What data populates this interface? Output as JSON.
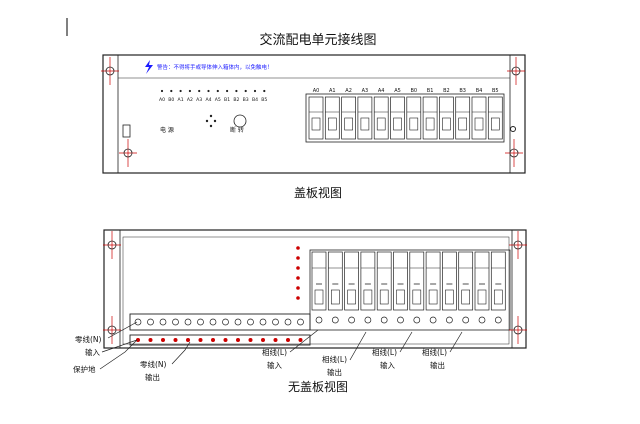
{
  "title": "交流配电单元接线图",
  "top_caption": "盖板视图",
  "bottom_caption": "无盖板视图",
  "warning": "警告：不得将手或导体伸入箱体内，以免触电！",
  "top_breaker_labels": [
    "A0",
    "A1",
    "A2",
    "A3",
    "A4",
    "A5",
    "B0",
    "B1",
    "B2",
    "B3",
    "B4",
    "B5"
  ],
  "indicator_labels": [
    "A0",
    "B0",
    "A1",
    "A2",
    "A3",
    "A4",
    "A5",
    "B1",
    "B2",
    "B3",
    "B4",
    "B5"
  ],
  "power_label": "电 源",
  "switch_label": "断 转",
  "callouts": {
    "neutral_in_1": "零线(N)",
    "neutral_in_2": "输入",
    "ground": "保护地",
    "neutral_out_1": "零线(N)",
    "neutral_out_2": "输出",
    "phase_in_a_1": "相线(L)",
    "phase_in_a_2": "输入",
    "phase_out_a_1": "相线(L)",
    "phase_out_a_2": "输出",
    "phase_in_b_1": "相线(L)",
    "phase_in_b_2": "输入",
    "phase_out_b_1": "相线(L)",
    "phase_out_b_2": "输出"
  },
  "colors": {
    "line": "#222222",
    "warning": "#1a1aff",
    "accent": "#cc0000"
  }
}
